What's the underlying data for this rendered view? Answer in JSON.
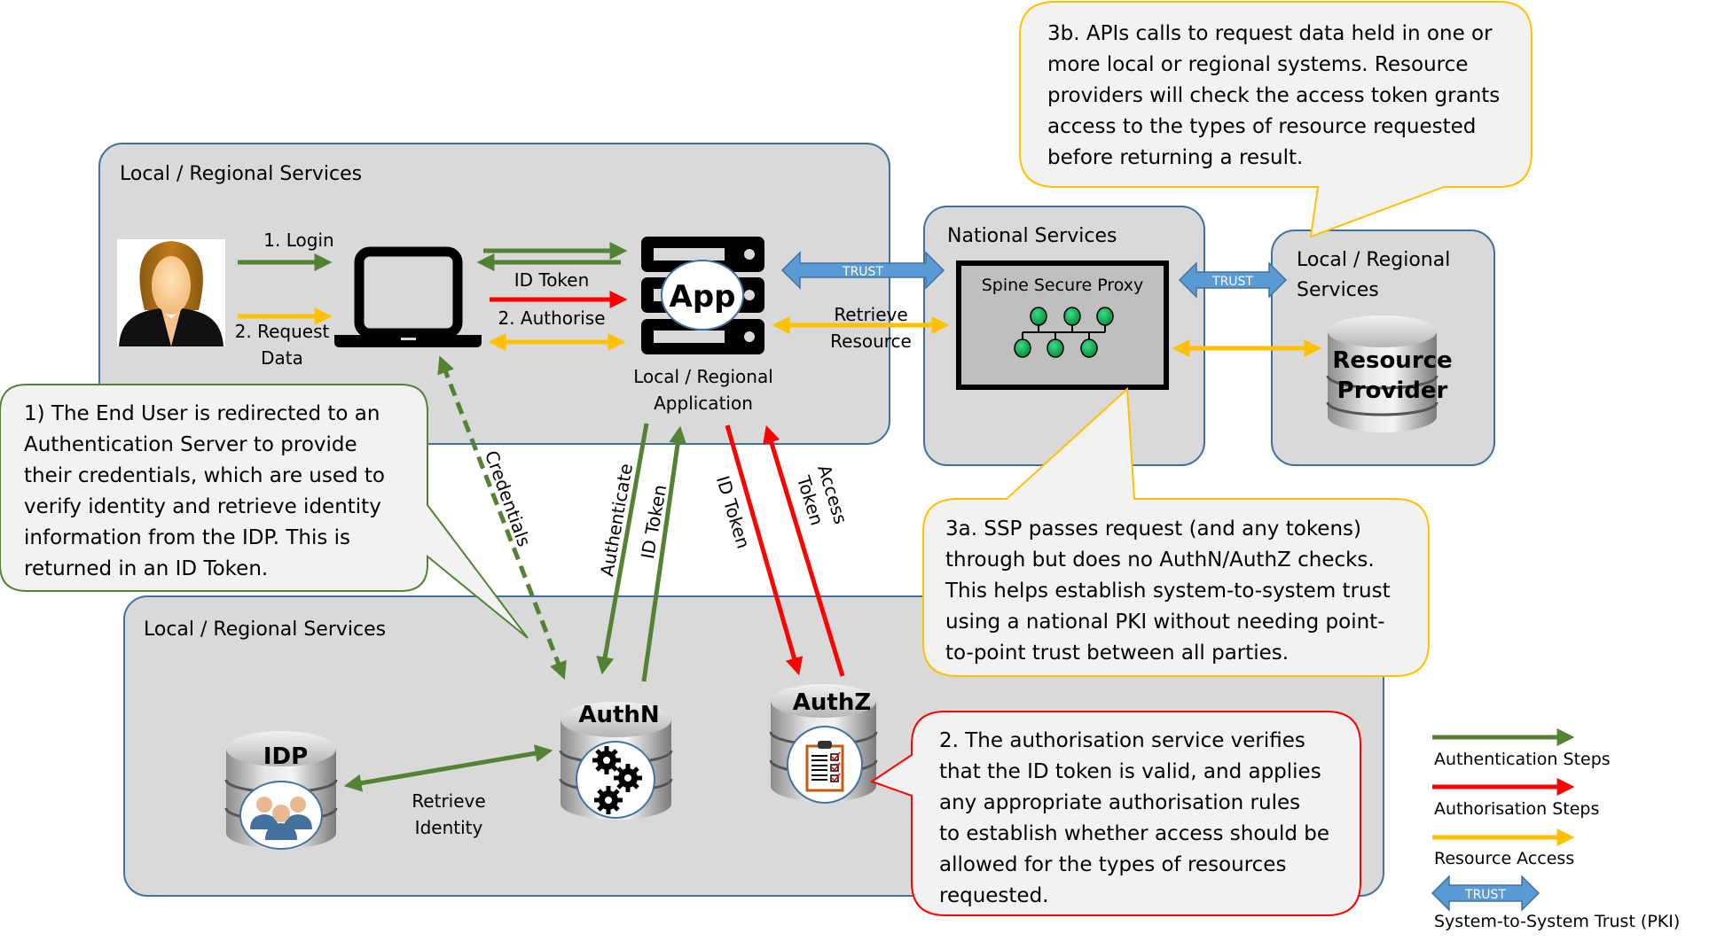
{
  "colors": {
    "authentication": "#548235",
    "authorisation": "#ff0000",
    "resource": "#ffc000",
    "trust": "#5b9bd5",
    "region_fill": "#d9d9d9",
    "region_stroke": "#41719c"
  },
  "regions": {
    "top_local": "Local / Regional Services",
    "national": "National Services",
    "right_local_line1": "Local / Regional",
    "right_local_line2": "Services",
    "bottom_local": "Local / Regional Services"
  },
  "nodes": {
    "app_badge": "App",
    "app_caption_line1": "Local / Regional",
    "app_caption_line2": "Application",
    "ssp": "Spine Secure Proxy",
    "resource_provider_line1": "Resource",
    "resource_provider_line2": "Provider",
    "idp": "IDP",
    "authn": "AuthN",
    "authz": "AuthZ"
  },
  "flows": {
    "login": "1. Login",
    "request_line1": "2. Request",
    "request_line2": "Data",
    "id_token_top": "ID Token",
    "authorise": "2. Authorise",
    "trust": "TRUST",
    "retrieve_line1": "Retrieve",
    "retrieve_line2": "Resource",
    "credentials": "Credentials",
    "authenticate": "Authenticate",
    "id_token_authn": "ID Token",
    "id_token_authz": "ID Token",
    "access_line1": "Access",
    "access_line2": "Token",
    "retrieve_identity_line1": "Retrieve",
    "retrieve_identity_line2": "Identity"
  },
  "callouts": {
    "step1": [
      "1) The End User is redirected to an",
      "Authentication Server to provide",
      "their credentials, which are used to",
      "verify identity and retrieve identity",
      "information from the IDP. This is",
      "returned in an ID Token."
    ],
    "step3b": [
      "3b. APIs calls to request data held in one or",
      "more local or regional systems. Resource",
      "providers will check the access token grants",
      "access to the types of resource requested",
      "before returning a result."
    ],
    "step3a": [
      "3a. SSP passes request (and any tokens)",
      "through but does no AuthN/AuthZ checks.",
      "This helps establish system-to-system trust",
      "using a national PKI without needing point-",
      "to-point trust between all parties."
    ],
    "step2": [
      "2. The authorisation service verifies",
      "that the ID token is valid, and applies",
      "any appropriate authorisation rules",
      "to establish whether access should be",
      "allowed for the types of resources",
      "requested."
    ]
  },
  "legend": {
    "authentication": "Authentication Steps",
    "authorisation": "Authorisation Steps",
    "resource": "Resource Access",
    "trust_badge": "TRUST",
    "trust": "System-to-System Trust (PKI)"
  }
}
